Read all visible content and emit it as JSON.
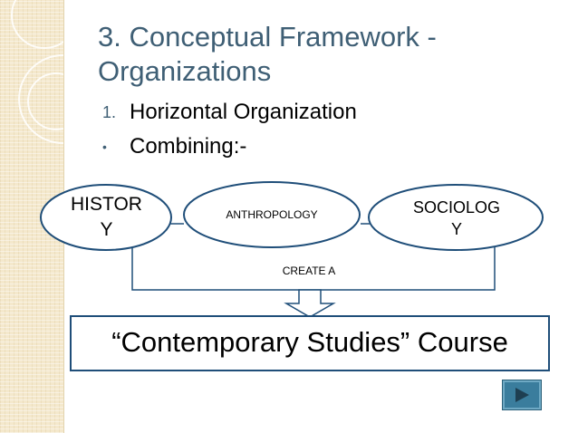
{
  "slide": {
    "title_line1": "3. Conceptual Framework -",
    "title_line2": "Organizations",
    "list": [
      {
        "marker": "1.",
        "text": "Horizontal Organization"
      },
      {
        "marker": "•",
        "text": "Combining:-"
      }
    ]
  },
  "diagram": {
    "ellipses": [
      {
        "line1": "HISTOR",
        "line2": "Y"
      },
      {
        "line1": "ANTHROPOLOGY",
        "line2": ""
      },
      {
        "line1": "SOCIOLOG",
        "line2": "Y"
      }
    ],
    "connector_label": "CREATE A",
    "result_box": "“Contemporary Studies” Course"
  },
  "navigation": {
    "next_icon": "play-next-icon"
  },
  "colors": {
    "title": "#3f5f75",
    "diagram_stroke": "#1f4e79",
    "sidebar": "#f4e8cc",
    "nav_button": "#3a7d9d"
  }
}
